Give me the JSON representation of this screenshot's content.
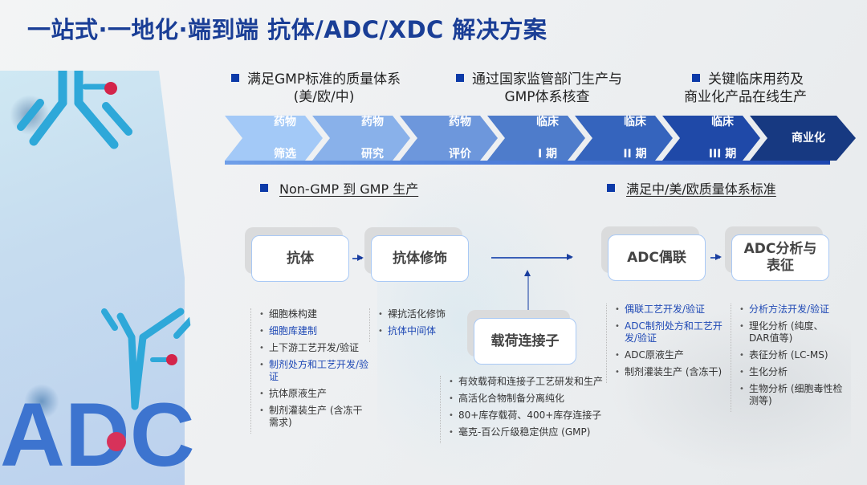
{
  "title": "一站式·一地化·端到端 抗体/ADC/XDC 解决方案",
  "goals": [
    {
      "line1": "满足GMP标准的质量体系",
      "line2": "(美/欧/中)"
    },
    {
      "line1": "通过国家监管部门生产与",
      "line2": "GMP体系核查"
    },
    {
      "line1": "关键临床用药及",
      "line2": "商业化产品在线生产"
    }
  ],
  "stages": [
    {
      "line1": "药物",
      "line2": "筛选",
      "color": "#a3c9f7"
    },
    {
      "line1": "药物",
      "line2": "研究",
      "color": "#89b1ea"
    },
    {
      "line1": "药物",
      "line2": "评价",
      "color": "#6d97dc"
    },
    {
      "line1": "临床",
      "line2": "I 期",
      "color": "#4e7ccb"
    },
    {
      "line1": "临床",
      "line2": "II 期",
      "color": "#3564bd"
    },
    {
      "line1": "临床",
      "line2": "III 期",
      "color": "#1f49a8"
    },
    {
      "line1": "商业化",
      "line2": "",
      "color": "#173981"
    }
  ],
  "sections": {
    "left": "Non-GMP 到 GMP 生产",
    "right": "满足中/美/欧质量体系标准"
  },
  "boxes": {
    "antibody": "抗体",
    "antibody_mod": "抗体修饰",
    "payload_linker": "载荷连接子",
    "adc_conj": "ADC偶联",
    "adc_analysis_l1": "ADC分析与",
    "adc_analysis_l2": "表征"
  },
  "lists": {
    "antibody": [
      {
        "text": "细胞株构建",
        "highlight": false
      },
      {
        "text": "细胞库建制",
        "highlight": true
      },
      {
        "text": "上下游工艺开发/验证",
        "highlight": false
      },
      {
        "text": "制剂处方和工艺开发/验证",
        "highlight": true
      },
      {
        "text": "抗体原液生产",
        "highlight": false
      },
      {
        "text": "制剂灌装生产 (含冻干需求)",
        "highlight": false
      }
    ],
    "antibody_mod": [
      {
        "text": "裸抗活化修饰",
        "highlight": false
      },
      {
        "text": "抗体中间体",
        "highlight": true
      }
    ],
    "payload_linker": [
      {
        "text": "有效载荷和连接子工艺研发和生产",
        "highlight": false
      },
      {
        "text": "高活化合物制备分离纯化",
        "highlight": false
      },
      {
        "text": "80+库存载荷、400+库存连接子",
        "highlight": false
      },
      {
        "text": "毫克-百公斤级稳定供应 (GMP)",
        "highlight": false
      }
    ],
    "adc_conj": [
      {
        "text": "偶联工艺开发/验证",
        "highlight": true
      },
      {
        "text": "ADC制剂处方和工艺开发/验证",
        "highlight": true
      },
      {
        "text": "ADC原液生产",
        "highlight": false
      },
      {
        "text": "制剂灌装生产 (含冻干)",
        "highlight": false
      }
    ],
    "adc_analysis": [
      {
        "text": "分析方法开发/验证",
        "highlight": true
      },
      {
        "text": "理化分析 (纯度、DAR值等)",
        "highlight": false
      },
      {
        "text": "表征分析 (LC-MS)",
        "highlight": false
      },
      {
        "text": "生化分析",
        "highlight": false
      },
      {
        "text": "生物分析 (细胞毒性检测等)",
        "highlight": false
      }
    ]
  },
  "illustration": {
    "letters": "ADC"
  },
  "colors": {
    "title": "#1a3e96",
    "accent": "#0c3aa8",
    "highlight_text": "#1f49b5"
  }
}
